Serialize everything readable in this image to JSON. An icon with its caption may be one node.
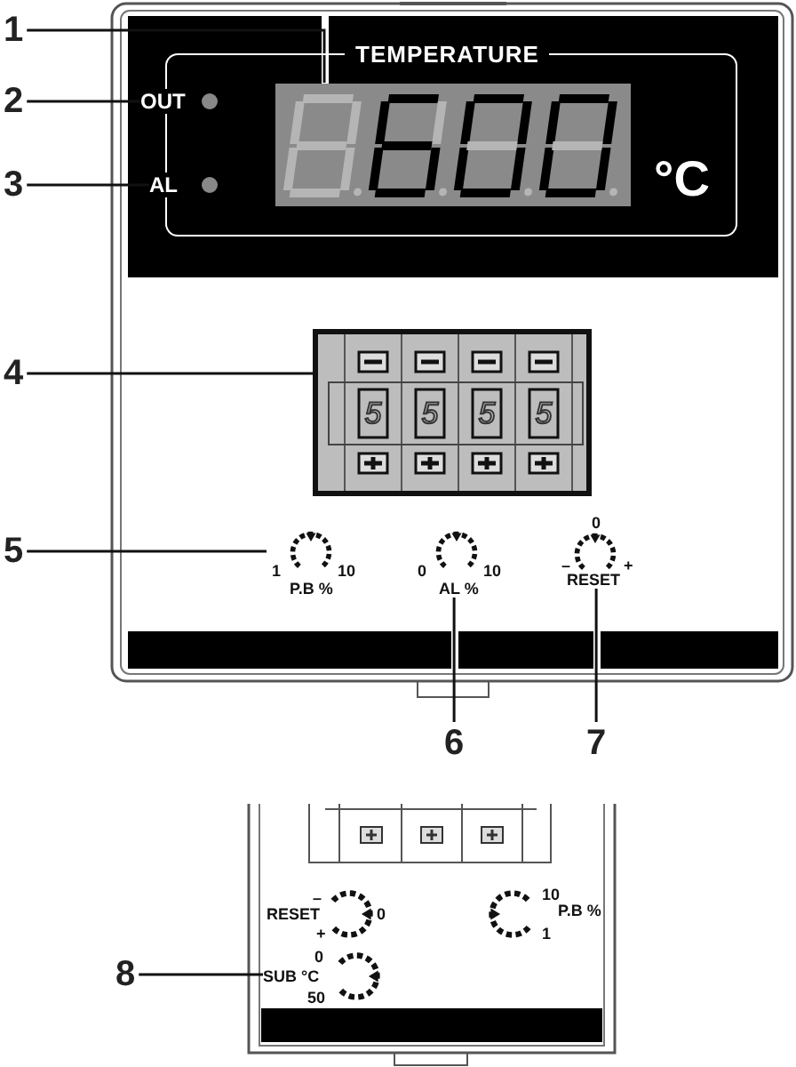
{
  "diagram": {
    "nodes": [
      {
        "text": [
          "1"
        ]
      },
      {
        "text": [
          "2"
        ]
      },
      {
        "text": [
          "3"
        ]
      },
      {
        "text": [
          "4"
        ]
      },
      {
        "text": [
          "5"
        ]
      },
      {
        "text": [
          "6"
        ]
      },
      {
        "text": [
          "7"
        ]
      },
      {
        "text": [
          "8"
        ]
      },
      {
        "text": [
          "TEMPERATURE"
        ]
      },
      {
        "text": [
          "OUT"
        ]
      },
      {
        "text": [
          "AL"
        ]
      },
      {
        "text": [],
        "shape": "box",
        "in": 8
      },
      {
        "text": [
          "5",
          "5",
          "5",
          "5"
        ]
      },
      {
        "text": [
          "1",
          "10",
          "P.B %"
        ]
      },
      {
        "text": [
          "0",
          "10",
          "AL %"
        ]
      },
      {
        "text": [
          "0",
          "–",
          "+",
          "RESET"
        ]
      },
      {
        "text": [
          "0",
          "SUB °C",
          "50"
        ]
      }
    ],
    "edges": [
      {
        "from": 0,
        "to": 11,
        "arrow": "none"
      },
      {
        "from": 1,
        "to": 9,
        "arrow": "none"
      },
      {
        "from": 2,
        "to": 10,
        "arrow": "none"
      },
      {
        "from": 3,
        "to": 12,
        "arrow": "none"
      },
      {
        "from": 4,
        "to": 13,
        "arrow": "none"
      },
      {
        "from": 5,
        "to": 14,
        "arrow": "none"
      },
      {
        "from": 6,
        "to": 15,
        "arrow": "none"
      },
      {
        "from": 7,
        "to": 16,
        "arrow": "none"
      }
    ],
    "labels": [
      "°C",
      "RESET",
      "–",
      "+",
      "0",
      "10",
      "P.B %",
      "1"
    ]
  }
}
